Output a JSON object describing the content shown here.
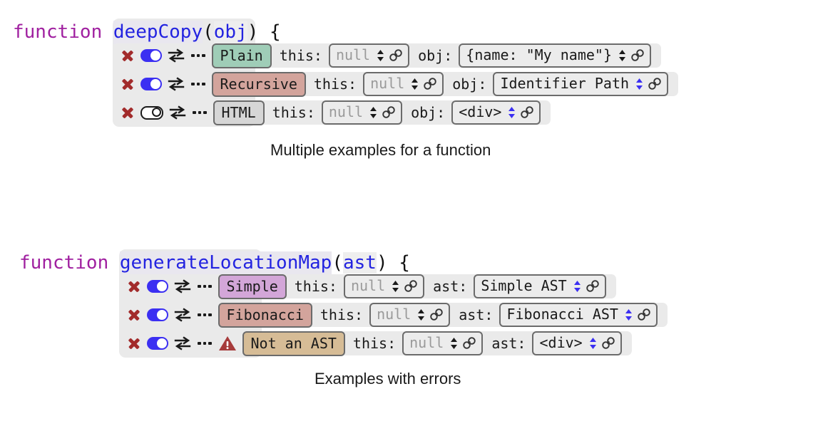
{
  "blocks": [
    {
      "id": "deepcopy",
      "signature": {
        "keyword": "function ",
        "name": "deepCopy",
        "open_paren": "(",
        "param": "obj",
        "close_paren": ") {"
      },
      "caption": "Multiple examples for a function",
      "rows": [
        {
          "close_label": "close-icon",
          "toggle_state": "on",
          "swap_label": "swap-icon",
          "more_label": "more-icon",
          "warning": false,
          "chip": "Plain",
          "chip_color": "green",
          "args": [
            {
              "label": "this:",
              "value": "null",
              "dim": true,
              "spinner": "black"
            },
            {
              "label": "obj:",
              "value": "{name: \"My name\"}",
              "dim": false,
              "spinner": "black"
            }
          ]
        },
        {
          "close_label": "close-icon",
          "toggle_state": "on",
          "swap_label": "swap-icon",
          "more_label": "more-icon",
          "warning": false,
          "chip": "Recursive",
          "chip_color": "rose",
          "args": [
            {
              "label": "this:",
              "value": "null",
              "dim": true,
              "spinner": "black"
            },
            {
              "label": "obj:",
              "value": "Identifier Path",
              "dim": false,
              "spinner": "blue"
            }
          ]
        },
        {
          "close_label": "close-icon",
          "toggle_state": "off",
          "swap_label": "swap-icon",
          "more_label": "more-icon",
          "warning": false,
          "chip": "HTML",
          "chip_color": "grey",
          "args": [
            {
              "label": "this:",
              "value": "null",
              "dim": true,
              "spinner": "black"
            },
            {
              "label": "obj:",
              "value": "<div>",
              "dim": false,
              "spinner": "blue"
            }
          ]
        }
      ]
    },
    {
      "id": "generatelocationmap",
      "signature": {
        "keyword": "function ",
        "name": "generateLocationMap",
        "open_paren": "(",
        "param": "ast",
        "close_paren": ") {"
      },
      "caption": "Examples with errors",
      "rows": [
        {
          "close_label": "close-icon",
          "toggle_state": "on",
          "swap_label": "swap-icon",
          "more_label": "more-icon",
          "warning": false,
          "chip": "Simple",
          "chip_color": "purple",
          "args": [
            {
              "label": "this:",
              "value": "null",
              "dim": true,
              "spinner": "black"
            },
            {
              "label": "ast:",
              "value": "Simple AST",
              "dim": false,
              "spinner": "blue"
            }
          ]
        },
        {
          "close_label": "close-icon",
          "toggle_state": "on",
          "swap_label": "swap-icon",
          "more_label": "more-icon",
          "warning": false,
          "chip": "Fibonacci",
          "chip_color": "rose",
          "args": [
            {
              "label": "this:",
              "value": "null",
              "dim": true,
              "spinner": "black"
            },
            {
              "label": "ast:",
              "value": "Fibonacci AST",
              "dim": false,
              "spinner": "blue"
            }
          ]
        },
        {
          "close_label": "close-icon",
          "toggle_state": "on",
          "swap_label": "swap-icon",
          "more_label": "more-icon",
          "warning": true,
          "chip": "Not an AST",
          "chip_color": "tan",
          "args": [
            {
              "label": "this:",
              "value": "null",
              "dim": true,
              "spinner": "black"
            },
            {
              "label": "ast:",
              "value": "<div>",
              "dim": false,
              "spinner": "blue"
            }
          ]
        }
      ]
    }
  ],
  "colors": {
    "panel": "#eaeaea",
    "keyword": "#a020a0",
    "function_name": "#2323e0",
    "close_icon": "#a22b2b",
    "toggle_on": "#3b2ff2",
    "spinner_blue": "#3b2ff2",
    "chip_green": "#9fcdb7",
    "chip_rose": "#d3a49c",
    "chip_grey": "#d6d6d6",
    "chip_purple": "#d3a6d8",
    "chip_tan": "#d6bc96",
    "warning": "#a63b3b"
  }
}
